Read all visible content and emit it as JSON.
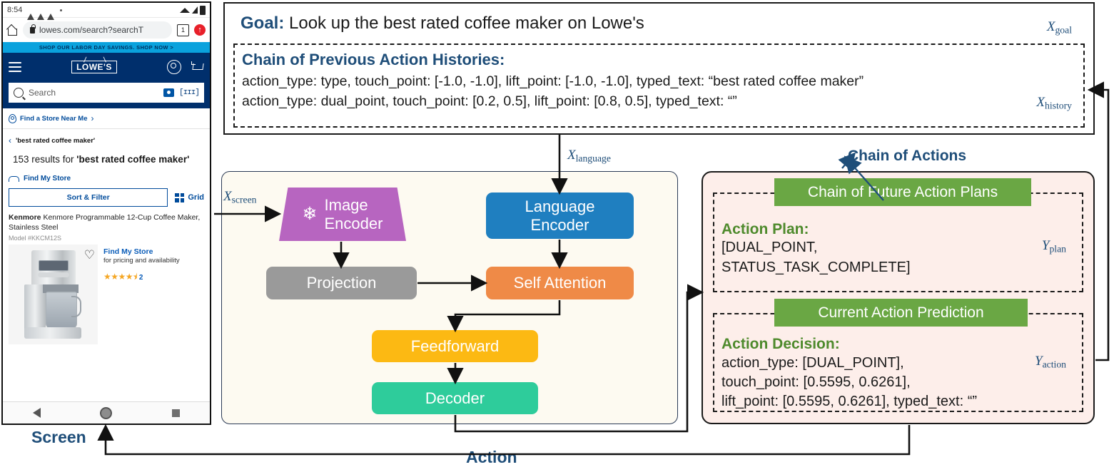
{
  "phone": {
    "status_bar": {
      "time": "8:54",
      "left_icons": [
        "warning-triangle",
        "warning-triangle",
        "warning-triangle",
        "shield",
        "dot"
      ],
      "right_icons": [
        "wifi",
        "signal",
        "battery"
      ]
    },
    "browser": {
      "home_icon": "home-icon",
      "lock_icon": "lock-icon",
      "url": "lowes.com/search?searchT",
      "tab_count": "1",
      "menu_badge": "↑"
    },
    "promo_banner": "SHOP OUR LABOR DAY SAVINGS. SHOP NOW >",
    "site_header": {
      "menu_icon": "hamburger-menu-icon",
      "logo": "LOWE'S",
      "account_icon": "account-icon",
      "cart_icon": "cart-icon",
      "search_placeholder": "Search",
      "camera_icon": "camera-icon",
      "barcode_icon": "barcode-icon"
    },
    "find_store_near_me": "Find a Store Near Me",
    "back_query": "'best rated coffee maker'",
    "results_count": "153",
    "results_prefix": "153 results for ",
    "results_query": "'best rated coffee maker'",
    "find_my_store": "Find My Store",
    "sort_filter": "Sort & Filter",
    "grid": "Grid",
    "product": {
      "brand": "Kenmore",
      "title": "Kenmore Programmable 12-Cup Coffee Maker, Stainless Steel",
      "model": "Model #KKCM12S",
      "find_my_store": "Find My Store",
      "pricing_note": "for pricing and availability",
      "stars": "★★★★⯨",
      "review_count": "2",
      "favorite_icon": "heart-icon"
    },
    "nav_bar": {
      "back_icon": "back-triangle-icon",
      "home_icon": "home-circle-icon",
      "recents_icon": "recents-square-icon"
    }
  },
  "goal_box": {
    "goal_label": "Goal:",
    "goal_text": " Look up the best rated coffee maker on Lowe's",
    "x_goal": "X",
    "x_goal_sub": "goal",
    "history": {
      "title": "Chain of Previous Action Histories:",
      "line1": "action_type: type, touch_point: [-1.0, -1.0], lift_point: [-1.0, -1.0], typed_text: “best rated coffee maker”",
      "line2": "action_type: dual_point, touch_point: [0.2, 0.5],  lift_point: [0.8, 0.5], typed_text: “”",
      "x_history": "X",
      "x_history_sub": "history"
    }
  },
  "model": {
    "x_screen": "X",
    "x_screen_sub": "screen",
    "x_language": "X",
    "x_language_sub": "language",
    "nodes": [
      {
        "id": "image-encoder",
        "label": "Image\nEncoder",
        "color": "#b765c0",
        "icon": "snowflake-icon",
        "shape": "trapezoid"
      },
      {
        "id": "language-encoder",
        "label": "Language\nEncoder",
        "color": "#1f7fc0",
        "shape": "rounded"
      },
      {
        "id": "projection",
        "label": "Projection",
        "color": "#9a9a9a",
        "shape": "rounded"
      },
      {
        "id": "self-attention",
        "label": "Self Attention",
        "color": "#ef8a47",
        "shape": "rounded"
      },
      {
        "id": "feedforward",
        "label": "Feedforward",
        "color": "#fcb913",
        "shape": "rounded"
      },
      {
        "id": "decoder",
        "label": "Decoder",
        "color": "#2ecc9b",
        "shape": "rounded"
      }
    ],
    "snowflake_glyph": "❄"
  },
  "actions": {
    "chain_of_actions_label": "Chain of Actions",
    "future_plans_chip": "Chain of Future Action Plans",
    "plan_title": "Action Plan:",
    "plan_line1": "[DUAL_POINT,",
    "plan_line2": "STATUS_TASK_COMPLETE]",
    "y_plan": "Y",
    "y_plan_sub": "plan",
    "current_prediction_chip": "Current Action Prediction",
    "decision_title": "Action Decision:",
    "decision_line1": "action_type: [DUAL_POINT],",
    "decision_line2": "touch_point: [0.5595, 0.6261],",
    "decision_line3": "lift_point: [0.5595, 0.6261], typed_text: “”",
    "y_action": "Y",
    "y_action_sub": "action"
  },
  "edges": {
    "screen_label": "Screen",
    "action_label": "Action"
  },
  "colors": {
    "navy_text": "#1f4e79",
    "green_chip": "#6aa744",
    "green_title": "#4e8a2c",
    "lowes_navy": "#002f6c",
    "panel_cream": "#fdfaf1",
    "panel_pink": "#fdeeea"
  }
}
